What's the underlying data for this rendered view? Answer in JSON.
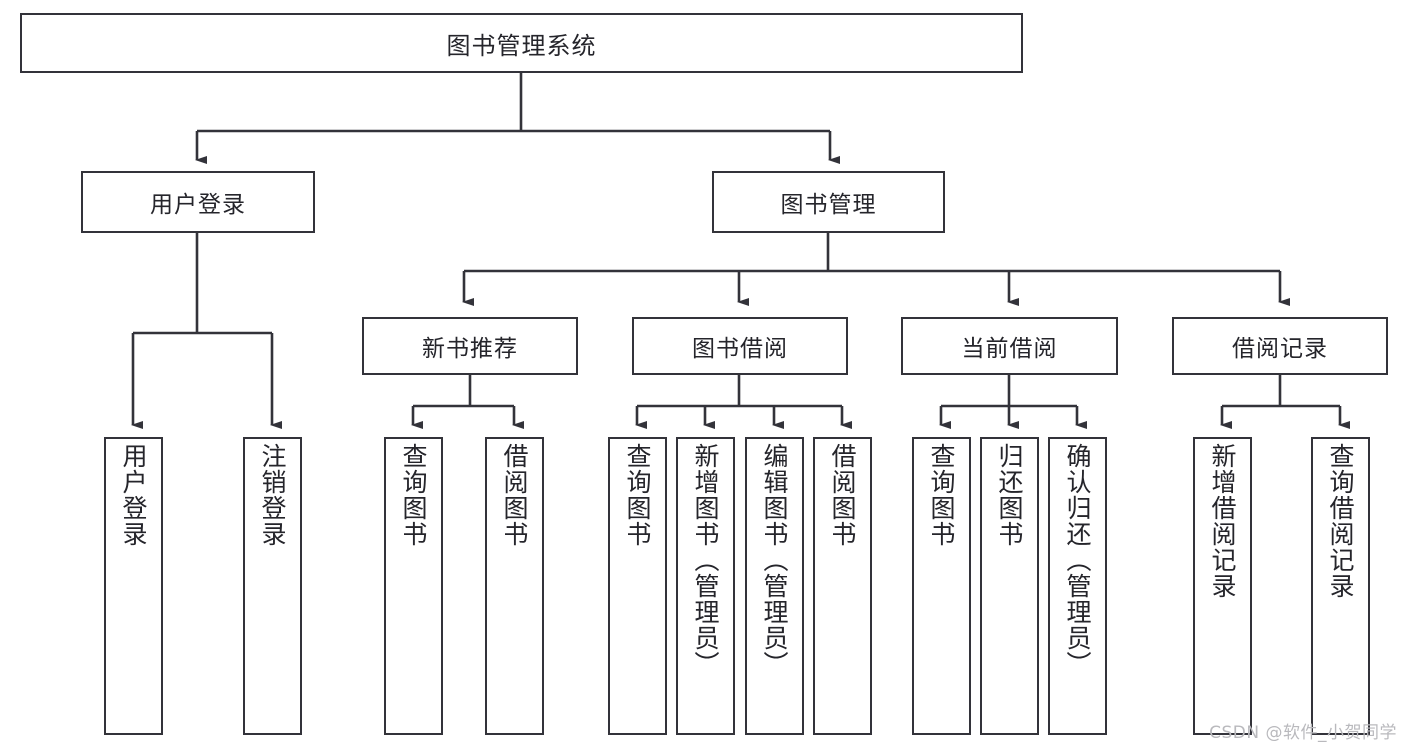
{
  "diagram": {
    "type": "tree-hierarchy-diagram",
    "title": "图书管理系统",
    "root": {
      "label": "图书管理系统"
    },
    "level2": [
      {
        "id": "user-login",
        "label": "用户登录"
      },
      {
        "id": "book-management",
        "label": "图书管理"
      }
    ],
    "level3": [
      {
        "id": "new-book-recommend",
        "label": "新书推荐",
        "parent": "book-management"
      },
      {
        "id": "book-borrow",
        "label": "图书借阅",
        "parent": "book-management"
      },
      {
        "id": "current-borrow",
        "label": "当前借阅",
        "parent": "book-management"
      },
      {
        "id": "borrow-record",
        "label": "借阅记录",
        "parent": "book-management"
      }
    ],
    "leaves": {
      "user-login": [
        {
          "id": "leaf-user-login",
          "label": "用户登录"
        },
        {
          "id": "leaf-user-logout",
          "label": "注销登录"
        }
      ],
      "new-book-recommend": [
        {
          "id": "leaf-query-book-1",
          "label": "查询图书"
        },
        {
          "id": "leaf-borrow-book-1",
          "label": "借阅图书"
        }
      ],
      "book-borrow": [
        {
          "id": "leaf-query-book-2",
          "label": "查询图书"
        },
        {
          "id": "leaf-add-book-admin",
          "label": "新增图书（管理员）"
        },
        {
          "id": "leaf-edit-book-admin",
          "label": "编辑图书（管理员）"
        },
        {
          "id": "leaf-borrow-book-2",
          "label": "借阅图书"
        }
      ],
      "current-borrow": [
        {
          "id": "leaf-query-book-3",
          "label": "查询图书"
        },
        {
          "id": "leaf-return-book",
          "label": "归还图书"
        },
        {
          "id": "leaf-confirm-return-admin",
          "label": "确认归还（管理员）"
        }
      ],
      "borrow-record": [
        {
          "id": "leaf-add-borrow-record",
          "label": "新增借阅记录"
        },
        {
          "id": "leaf-query-borrow-record",
          "label": "查询借阅记录"
        }
      ]
    }
  },
  "watermark": {
    "text": "CSDN @软件_小贺同学"
  },
  "colors": {
    "stroke": "#33333a",
    "text": "#25252b",
    "background": "#ffffff",
    "watermark": "#b9b9bd"
  }
}
